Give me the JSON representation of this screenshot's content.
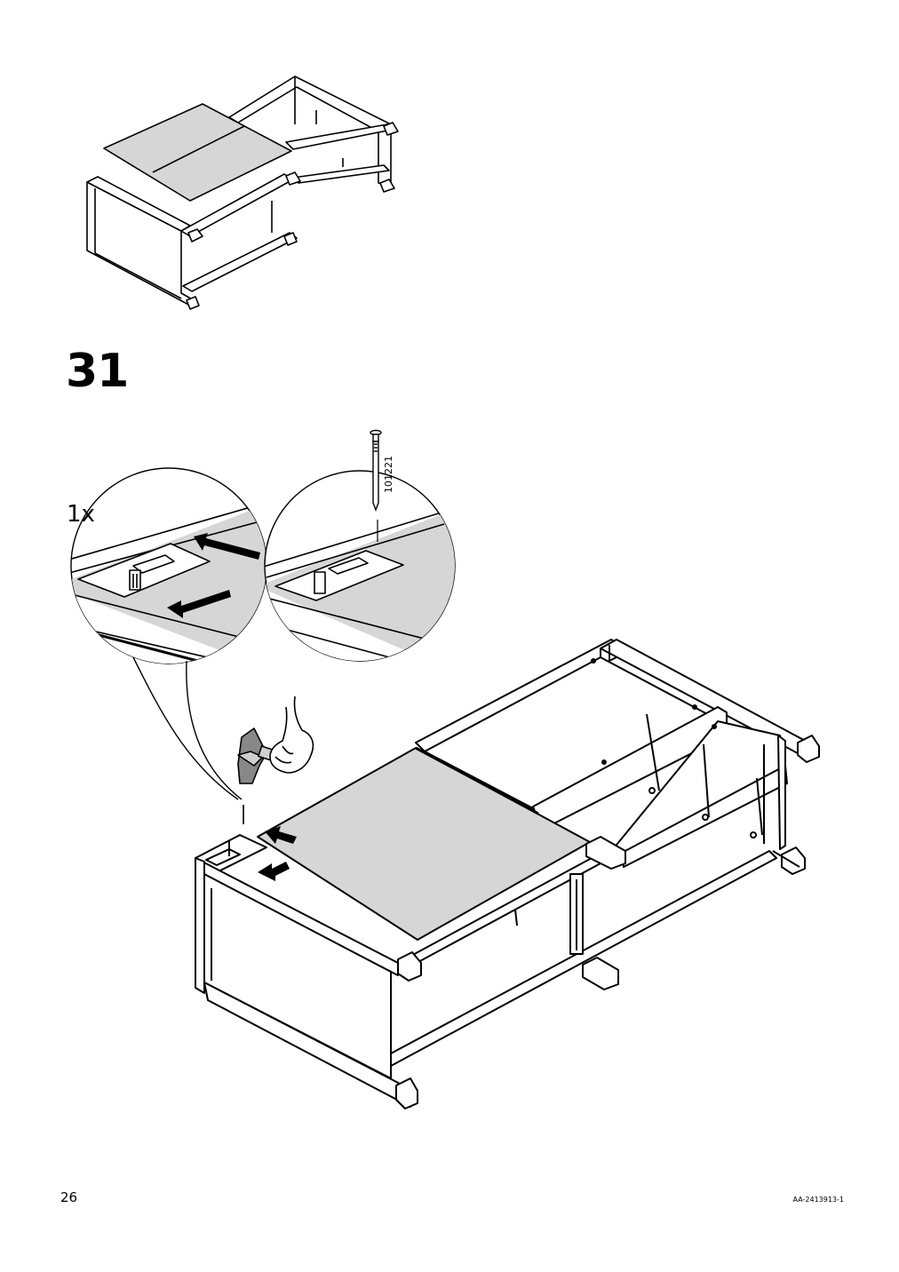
{
  "step": {
    "number": "31"
  },
  "fastener": {
    "quantity": "1x",
    "part_number": "101221"
  },
  "footer": {
    "page_number": "26",
    "document_code": "AA-2413913-1"
  },
  "colors": {
    "panel_fill": "#d6d6d6",
    "line": "#000000",
    "background": "#ffffff"
  }
}
